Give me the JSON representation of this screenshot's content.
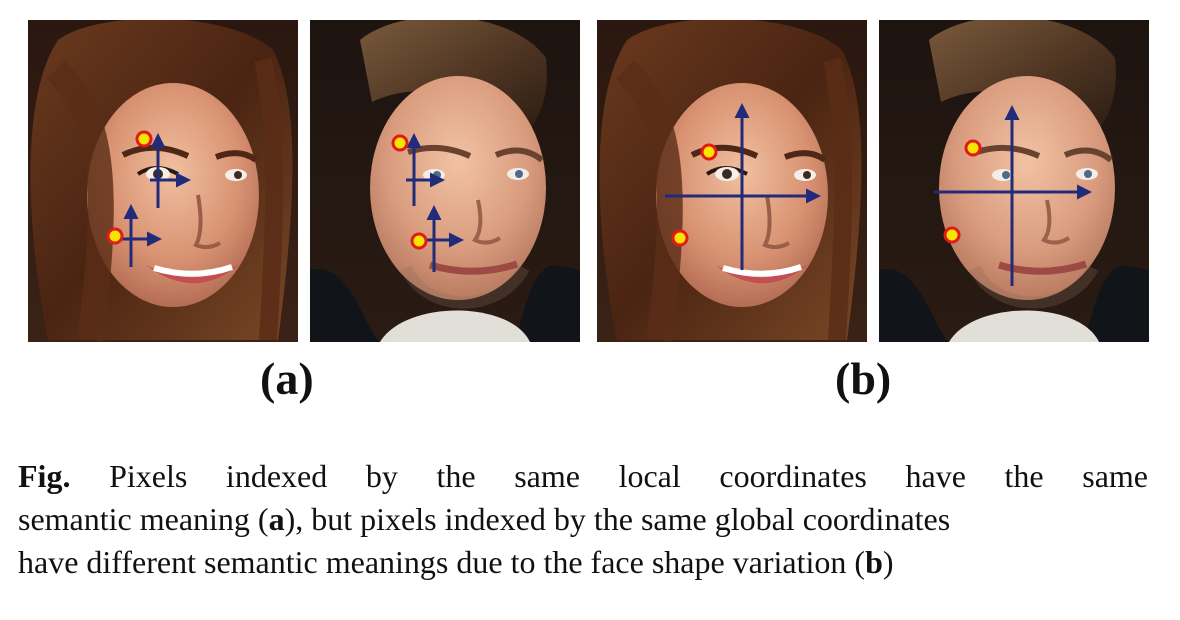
{
  "colors": {
    "background": "#ffffff",
    "text": "#111111",
    "axis_arrow": "#222a7a",
    "marker_fill": "#f7e400",
    "marker_ring": "#e11a1a"
  },
  "panels": [
    {
      "label": "(a)",
      "description_kind": "local coordinates",
      "faces": [
        "face-photo-1",
        "face-photo-2"
      ]
    },
    {
      "label": "(b)",
      "description_kind": "global coordinates",
      "faces": [
        "face-photo-1",
        "face-photo-2"
      ]
    }
  ],
  "caption": {
    "prefix": "Fig.",
    "line1_words": [
      "Pixels",
      "indexed",
      "by",
      "the",
      "same",
      "local",
      "coordinates",
      "have",
      "the",
      "same"
    ],
    "line2_part1": "semantic meaning (",
    "line2_bold": "a",
    "line2_part2": "), but pixels indexed by the same global coordinates",
    "line3_part1": "have different semantic meanings due to the face shape variation (",
    "line3_bold": "b",
    "line3_part2": ")"
  },
  "icons": {
    "marker": "circle-marker-icon",
    "arrow": "axis-arrow-icon"
  }
}
